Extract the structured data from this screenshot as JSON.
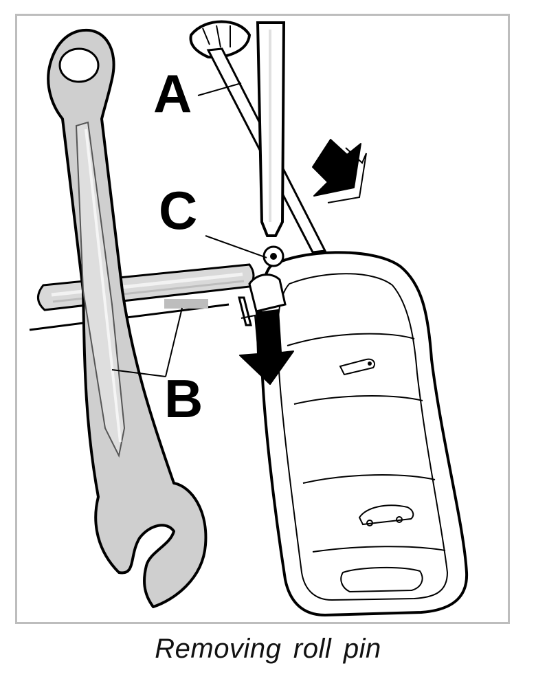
{
  "figure": {
    "callouts": {
      "a": "A",
      "b": "B",
      "c": "C"
    },
    "caption": "Removing roll pin"
  },
  "colors": {
    "frame_border": "#bdbdbd",
    "tool_fill": "#cfcfcf",
    "tool_highlight": "#e6e6e6",
    "line": "#000000",
    "arrow": "#000000"
  },
  "icons": {
    "wrench": "combination-wrench-icon",
    "screwdriver": "pin-punch-icon",
    "key": "remote-key-fob-icon",
    "support_bar": "support-bar-icon",
    "arrows": "direction-arrow-icon"
  }
}
